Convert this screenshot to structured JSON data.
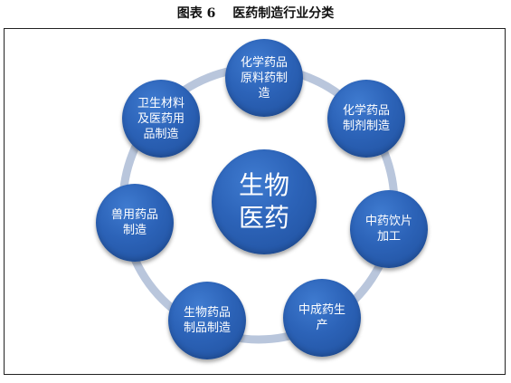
{
  "figure": {
    "title": "图表 6　 医药制造行业分类"
  },
  "center": {
    "label": "生物\n医药"
  },
  "nodes": [
    {
      "id": "api",
      "label": "化学药品\n原料药制\n造"
    },
    {
      "id": "preparation",
      "label": "化学药品\n制剂制造"
    },
    {
      "id": "tcm-pieces",
      "label": "中药饮片\n加工"
    },
    {
      "id": "proprietary-tcm",
      "label": "中成药生\n产"
    },
    {
      "id": "biologics",
      "label": "生物药品\n制品制造"
    },
    {
      "id": "veterinary",
      "label": "兽用药品\n制造"
    },
    {
      "id": "hygiene",
      "label": "卫生材料\n及医药用\n品制造"
    }
  ],
  "colors": {
    "node": "#2c63b8",
    "ring": "#b9c6dc",
    "text": "#ffffff"
  }
}
